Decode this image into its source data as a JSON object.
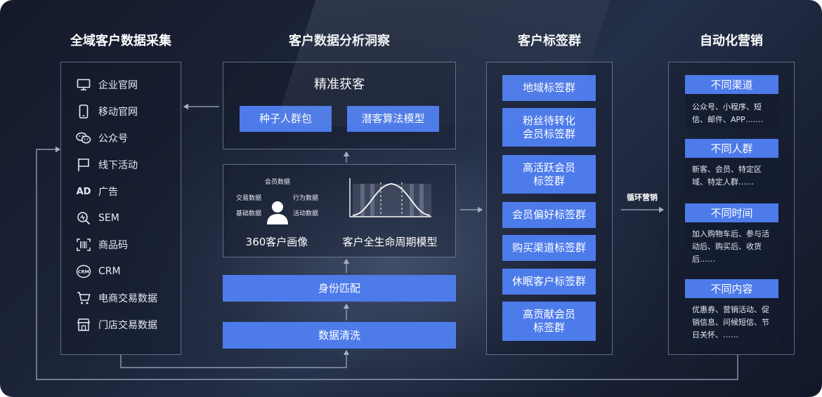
{
  "columns": {
    "collect": "全域客户数据采集",
    "analyze": "客户数据分析洞察",
    "tags": "客户标签群",
    "marketing": "自动化营销"
  },
  "sources": [
    {
      "label": "企业官网",
      "icon": "monitor-icon"
    },
    {
      "label": "移动官网",
      "icon": "mobile-icon"
    },
    {
      "label": "公众号",
      "icon": "wechat-icon"
    },
    {
      "label": "线下活动",
      "icon": "flag-icon"
    },
    {
      "label": "广告",
      "icon": "ad-icon",
      "icon_text": "AD"
    },
    {
      "label": "SEM",
      "icon": "search-icon"
    },
    {
      "label": "商品码",
      "icon": "barcode-icon"
    },
    {
      "label": "CRM",
      "icon": "crm-icon",
      "icon_text": "CRM"
    },
    {
      "label": "电商交易数据",
      "icon": "cart-icon"
    },
    {
      "label": "门店交易数据",
      "icon": "store-icon"
    }
  ],
  "analysis": {
    "precise_title": "精准获客",
    "seed_button": "种子人群包",
    "model_button": "潜客算法模型",
    "portrait_labels": {
      "member": "会员数据",
      "trade": "交易数据",
      "behavior": "行为数据",
      "basic": "基础数据",
      "activity": "活动数据"
    },
    "portrait_caption": "360客户画像",
    "lifecycle_caption": "客户全生命周期模型",
    "identity": "身份匹配",
    "cleaning": "数据清洗"
  },
  "tags": [
    "地域标签群",
    "粉丝待转化\n会员标签群",
    "高活跃会员\n标签群",
    "会员偏好标签群",
    "购买渠道标签群",
    "休眠客户标签群",
    "高贡献会员\n标签群"
  ],
  "loop_label": "循环营销",
  "marketing": [
    {
      "head": "不同渠道",
      "body": "公众号、小程序、短信、邮件、APP……."
    },
    {
      "head": "不同人群",
      "body": "新客、会员、特定区域、特定人群……"
    },
    {
      "head": "不同时间",
      "body": "加入购物车后、参与活动后、购买后、收货后……"
    },
    {
      "head": "不同内容",
      "body": "优惠券、营销活动、促销信息、问候短信、节日关怀、……"
    }
  ],
  "colors": {
    "accent": "#4d7bea",
    "line": "#a4aec4"
  }
}
